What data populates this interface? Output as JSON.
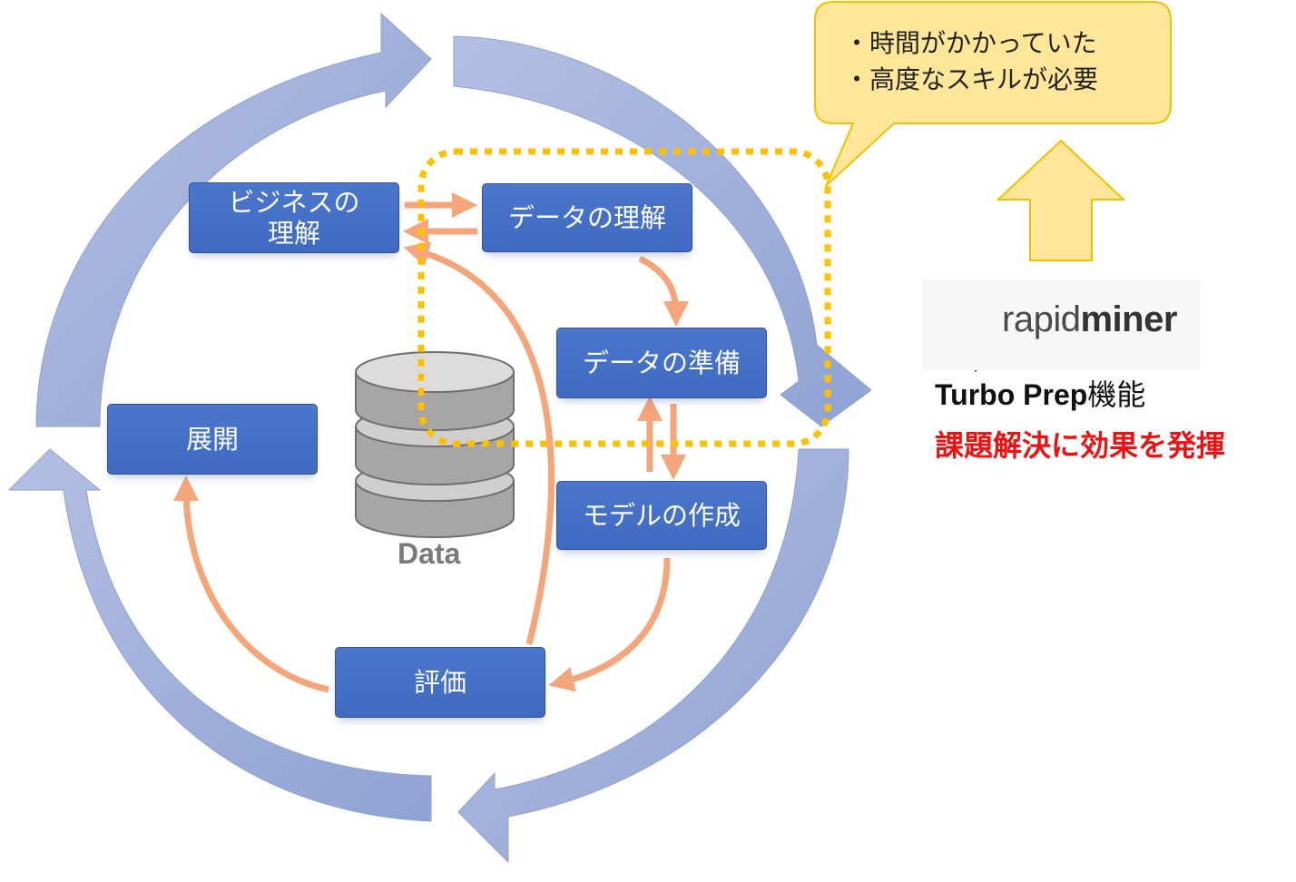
{
  "phases": {
    "business": "ビジネスの\n理解",
    "data_understanding": "データの理解",
    "data_prep": "データの準備",
    "modeling": "モデルの作成",
    "evaluation": "評価",
    "deployment": "展開"
  },
  "data_label": "Data",
  "callout": {
    "line1": "・時間がかかっていた",
    "line2": "・高度なスキルが必要"
  },
  "logo": {
    "prefix": "rapid",
    "suffix": "miner"
  },
  "feature": {
    "name": "Turbo Prep",
    "suffix": "機能"
  },
  "effect": "課題解決に効果を発揮",
  "colors": {
    "cycle_arrow": "#9aabd8",
    "phase_box": "#4472c4",
    "flow_arrow": "#f4a57a",
    "highlight_dotted": "#ffc000",
    "callout_fill": "#ffe699",
    "effect_text": "#ee1111"
  }
}
